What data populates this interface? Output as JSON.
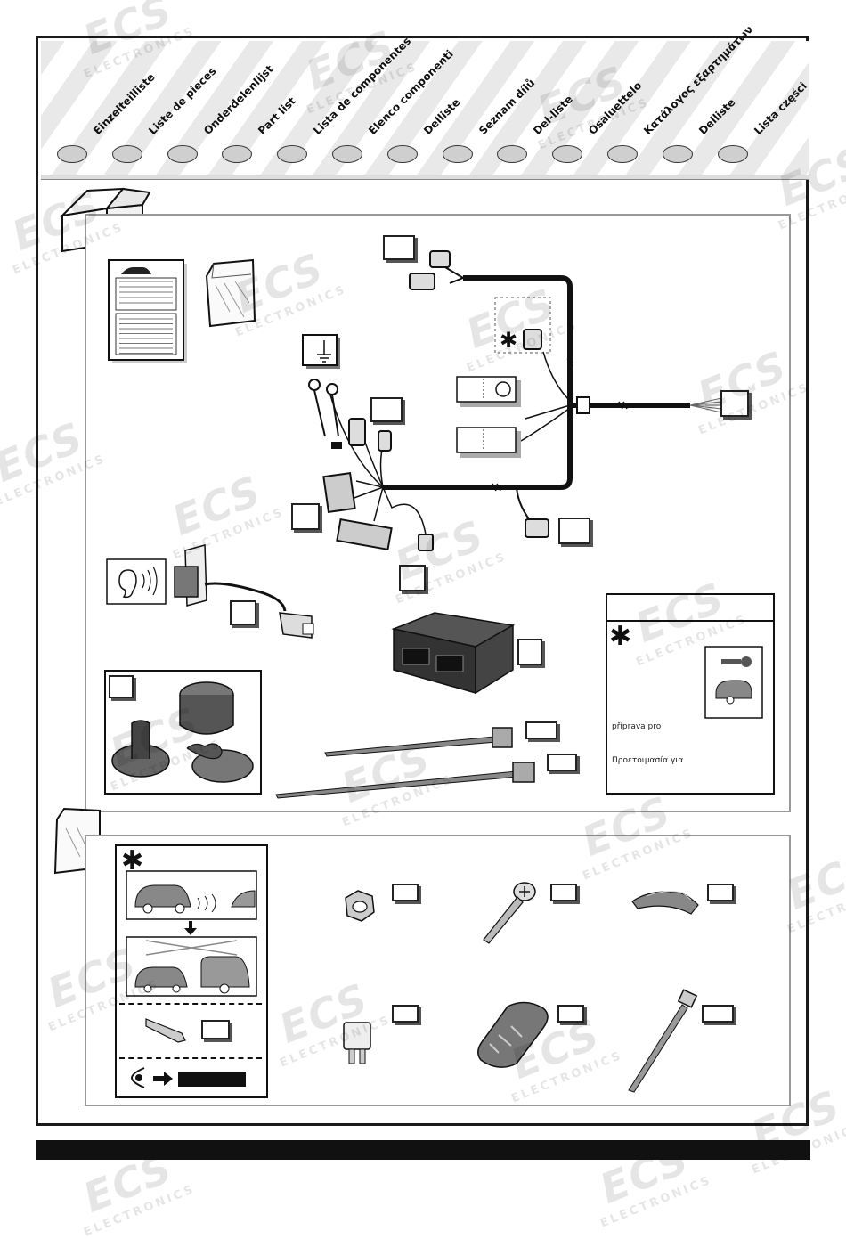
{
  "header": {
    "languages": [
      "Einzelteilliste",
      "Liste de pieces",
      "Onderdelenlijst",
      "Part list",
      "Lista de componentes",
      "Elenco componenti",
      "Delliste",
      "Seznam dílů",
      "Del-liste",
      "Osaluettelo",
      "Κατάλογος εξαρτημάτων",
      "Delliste",
      "Lista części"
    ]
  },
  "watermark": {
    "logo": "ECS",
    "sub": "ELECTRONICS"
  },
  "legend": {
    "star": "✱",
    "line1": "příprava pro",
    "line2": "Προετοιμασία για"
  },
  "notice": {
    "star": "✱"
  },
  "colors": {
    "frame": "#1a1a1a",
    "panel_border": "#999999",
    "dot_fill": "#cfcfcf",
    "bottom_bar": "#111111"
  },
  "icons": [
    "box-icon",
    "ear-icon",
    "key-icon",
    "caravan-icon",
    "car-icon",
    "eye-icon",
    "arrow-icon",
    "bag-icon",
    "ground-icon"
  ]
}
